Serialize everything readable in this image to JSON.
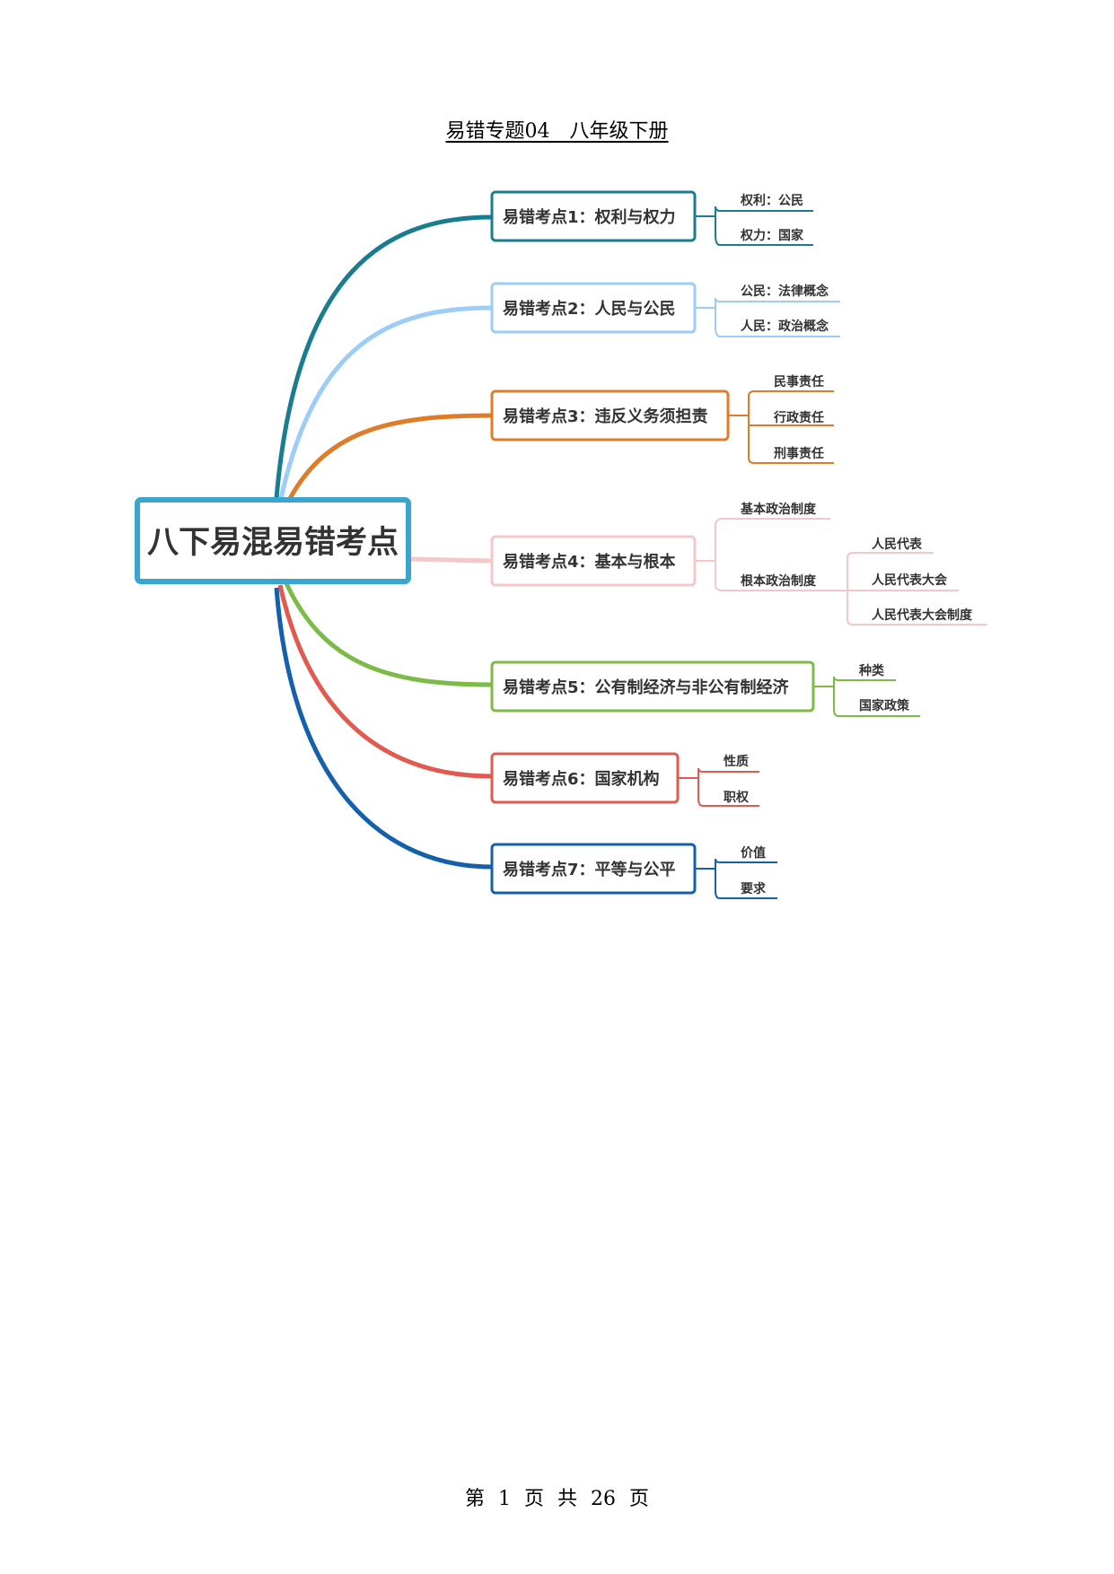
{
  "doc": {
    "title": "易错专题04　八年级下册",
    "footer": "第 1 页 共 26 页"
  },
  "mindmap": {
    "center": "八下易混易错考点",
    "branches": [
      {
        "label": "易错考点1：权利与权力",
        "color": "#1a7d8f",
        "children": [
          {
            "label": "权利：公民"
          },
          {
            "label": "权力：国家"
          }
        ]
      },
      {
        "label": "易错考点2：人民与公民",
        "color": "#9ccdf7",
        "children": [
          {
            "label": "公民：法律概念"
          },
          {
            "label": "人民：政治概念"
          }
        ]
      },
      {
        "label": "易错考点3：违反义务须担责",
        "color": "#e07b27",
        "children": [
          {
            "label": "民事责任"
          },
          {
            "label": "行政责任"
          },
          {
            "label": "刑事责任"
          }
        ]
      },
      {
        "label": "易错考点4：基本与根本",
        "color": "#f5c7c9",
        "children": [
          {
            "label": "基本政治制度"
          },
          {
            "label": "根本政治制度",
            "children": [
              {
                "label": "人民代表"
              },
              {
                "label": "人民代表大会"
              },
              {
                "label": "人民代表大会制度"
              }
            ]
          }
        ]
      },
      {
        "label": "易错考点5：公有制经济与非公有制经济",
        "color": "#7cbb47",
        "children": [
          {
            "label": "种类"
          },
          {
            "label": "国家政策"
          }
        ]
      },
      {
        "label": "易错考点6：国家机构",
        "color": "#e05a4f",
        "children": [
          {
            "label": "性质"
          },
          {
            "label": "职权"
          }
        ]
      },
      {
        "label": "易错考点7：平等与公平",
        "color": "#1560ab",
        "children": [
          {
            "label": "价值"
          },
          {
            "label": "要求"
          }
        ]
      }
    ]
  },
  "center_border_color": "#3aa6cf"
}
